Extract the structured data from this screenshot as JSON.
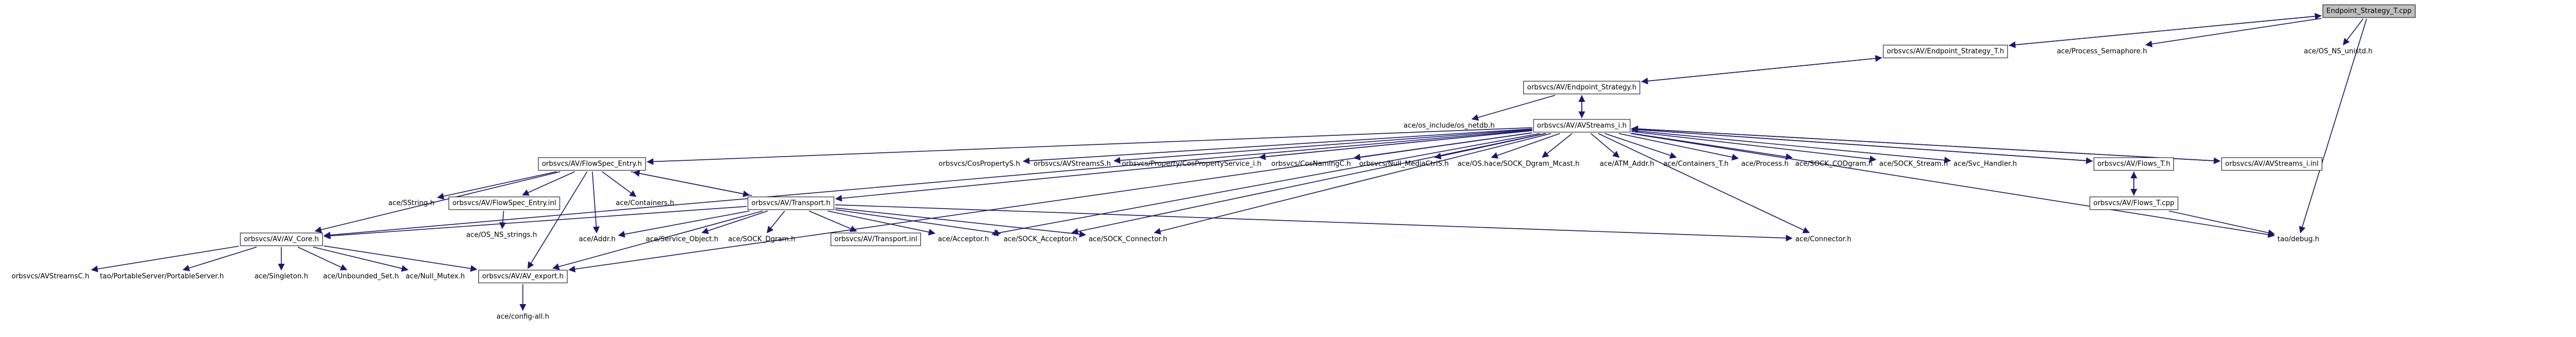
{
  "graph": {
    "nodes": [
      {
        "id": "root",
        "label": "Endpoint_Strategy_T.cpp",
        "style": "root"
      },
      {
        "id": "est_h",
        "label": "orbsvcs/AV/Endpoint_Strategy_T.h",
        "style": "box"
      },
      {
        "id": "sem",
        "label": "ace/Process_Semaphore.h",
        "style": "plain"
      },
      {
        "id": "unistd",
        "label": "ace/OS_NS_unistd.h",
        "style": "plain"
      },
      {
        "id": "es_h",
        "label": "orbsvcs/AV/Endpoint_Strategy.h",
        "style": "box"
      },
      {
        "id": "ns_netdb",
        "label": "ace/os_include/os_netdb.h",
        "style": "plain"
      },
      {
        "id": "avs_i",
        "label": "orbsvcs/AV/AVStreams_i.h",
        "style": "box"
      },
      {
        "id": "fse",
        "label": "orbsvcs/AV/FlowSpec_Entry.h",
        "style": "box"
      },
      {
        "id": "cosprop",
        "label": "orbsvcs/CosPropertyS.h",
        "style": "plain"
      },
      {
        "id": "avss",
        "label": "orbsvcs/AVStreamsS.h",
        "style": "plain"
      },
      {
        "id": "cpsi",
        "label": "orbsvcs/Property/CosPropertyService_i.h",
        "style": "plain"
      },
      {
        "id": "cnc",
        "label": "orbsvcs/CosNamingC.h",
        "style": "plain"
      },
      {
        "id": "nullmcs",
        "label": "orbsvcs/Null_MediaCtrlS.h",
        "style": "plain"
      },
      {
        "id": "os_h",
        "label": "ace/OS.h",
        "style": "plain"
      },
      {
        "id": "dgrmc",
        "label": "ace/SOCK_Dgram_Mcast.h",
        "style": "plain"
      },
      {
        "id": "atmaddr",
        "label": "ace/ATM_Addr.h",
        "style": "plain"
      },
      {
        "id": "cont_t",
        "label": "ace/Containers_T.h",
        "style": "plain"
      },
      {
        "id": "process",
        "label": "ace/Process.h",
        "style": "plain"
      },
      {
        "id": "codgram",
        "label": "ace/SOCK_CODgram.h",
        "style": "plain"
      },
      {
        "id": "sstream",
        "label": "ace/SOCK_Stream.h",
        "style": "plain"
      },
      {
        "id": "svch",
        "label": "ace/Svc_Handler.h",
        "style": "plain"
      },
      {
        "id": "flows_t",
        "label": "orbsvcs/AV/Flows_T.h",
        "style": "box"
      },
      {
        "id": "avs_inl",
        "label": "orbsvcs/AV/AVStreams_i.inl",
        "style": "box"
      },
      {
        "id": "sstring",
        "label": "ace/SString.h",
        "style": "plain"
      },
      {
        "id": "fse_inl",
        "label": "orbsvcs/AV/FlowSpec_Entry.inl",
        "style": "box"
      },
      {
        "id": "containers",
        "label": "ace/Containers.h",
        "style": "plain"
      },
      {
        "id": "transport",
        "label": "orbsvcs/AV/Transport.h",
        "style": "box"
      },
      {
        "id": "flows_cpp",
        "label": "orbsvcs/AV/Flows_T.cpp",
        "style": "box"
      },
      {
        "id": "osstr",
        "label": "ace/OS_NS_strings.h",
        "style": "plain"
      },
      {
        "id": "avcore",
        "label": "orbsvcs/AV/AV_Core.h",
        "style": "box"
      },
      {
        "id": "addr",
        "label": "ace/Addr.h",
        "style": "plain"
      },
      {
        "id": "svcobj",
        "label": "ace/Service_Object.h",
        "style": "plain"
      },
      {
        "id": "dgram",
        "label": "ace/SOCK_Dgram.h",
        "style": "plain"
      },
      {
        "id": "tr_inl",
        "label": "orbsvcs/AV/Transport.inl",
        "style": "box"
      },
      {
        "id": "acceptor",
        "label": "ace/Acceptor.h",
        "style": "plain"
      },
      {
        "id": "sacc",
        "label": "ace/SOCK_Acceptor.h",
        "style": "plain"
      },
      {
        "id": "sconn",
        "label": "ace/SOCK_Connector.h",
        "style": "plain"
      },
      {
        "id": "connector",
        "label": "ace/Connector.h",
        "style": "plain"
      },
      {
        "id": "debug",
        "label": "tao/debug.h",
        "style": "plain"
      },
      {
        "id": "avsc",
        "label": "orbsvcs/AVStreamsC.h",
        "style": "plain"
      },
      {
        "id": "pserver",
        "label": "tao/PortableServer/PortableServer.h",
        "style": "plain"
      },
      {
        "id": "singleton",
        "label": "ace/Singleton.h",
        "style": "plain"
      },
      {
        "id": "unbset",
        "label": "ace/Unbounded_Set.h",
        "style": "plain"
      },
      {
        "id": "nullmutex",
        "label": "ace/Null_Mutex.h",
        "style": "plain"
      },
      {
        "id": "avexport",
        "label": "orbsvcs/AV/AV_export.h",
        "style": "box"
      },
      {
        "id": "configall",
        "label": "ace/config-all.h",
        "style": "plain"
      }
    ]
  },
  "colors": {
    "edge": "#191970",
    "root_fill": "#bfbfbf",
    "border": "#000000"
  }
}
